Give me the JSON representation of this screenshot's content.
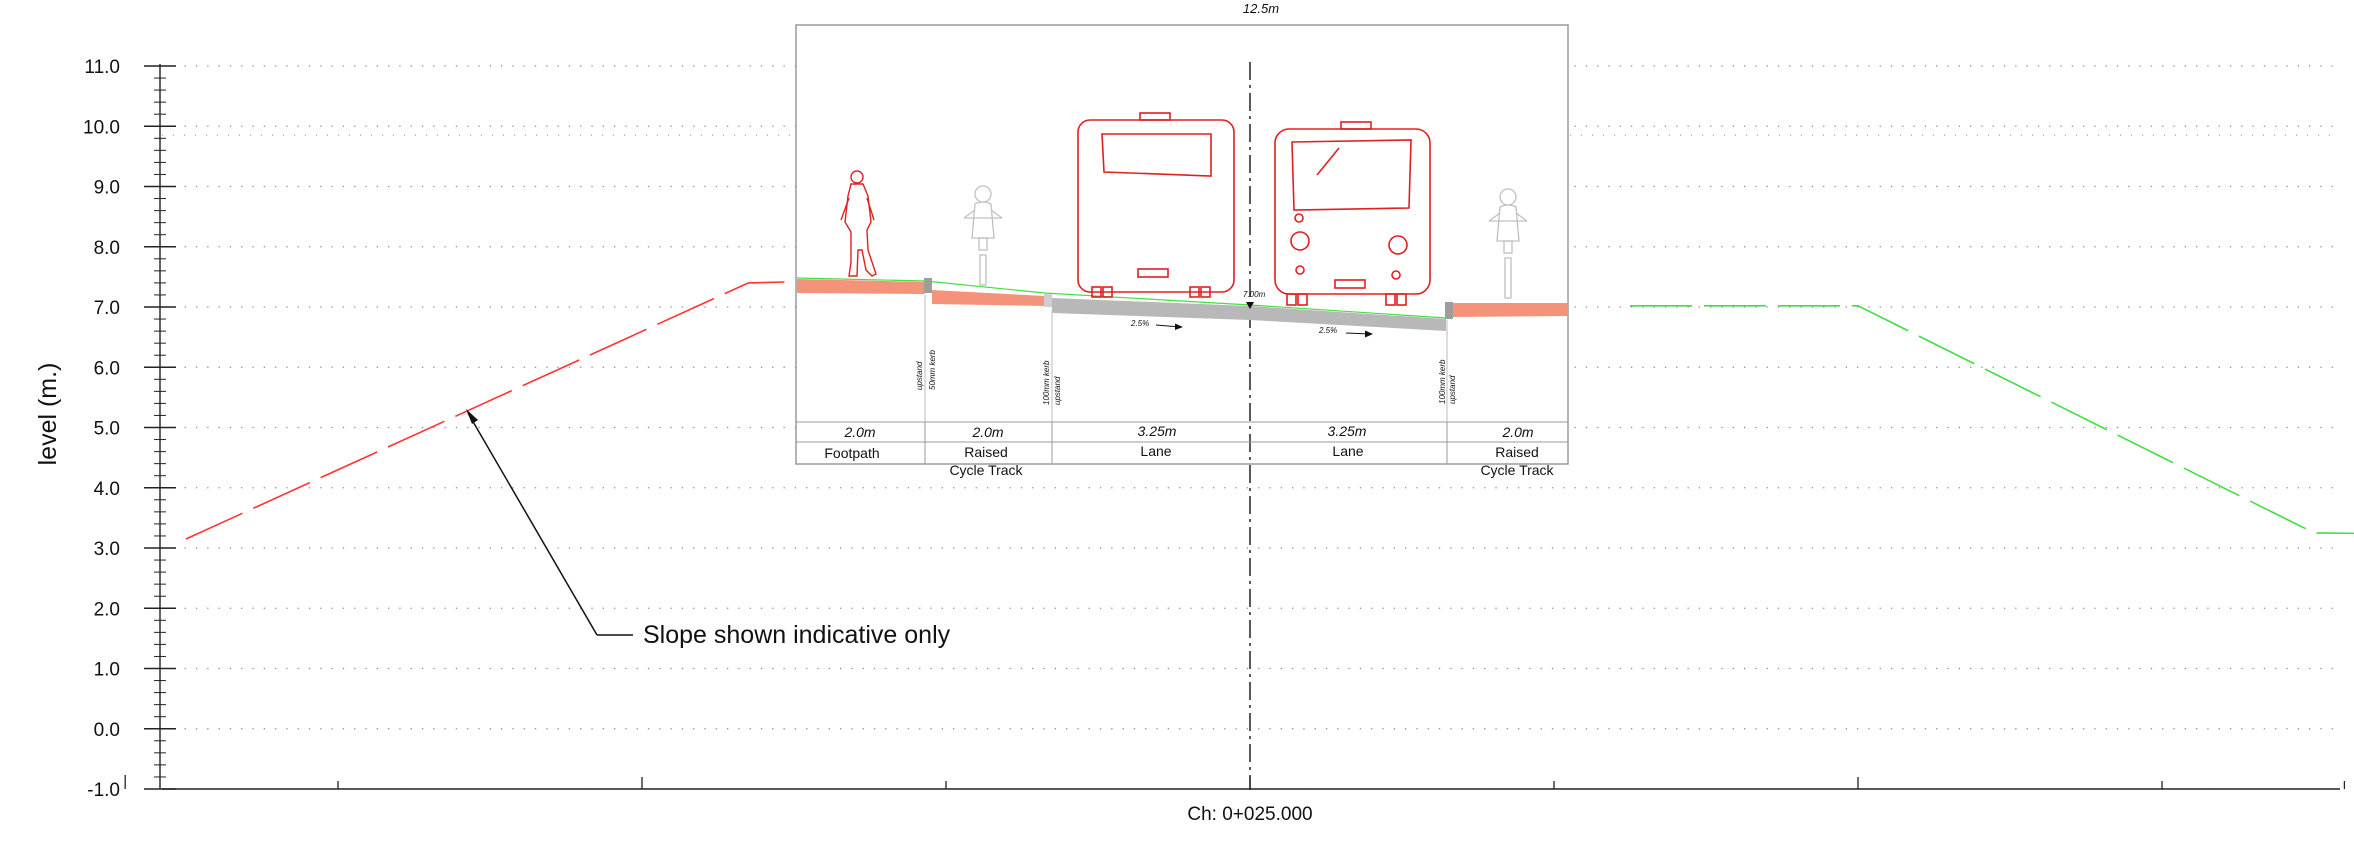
{
  "chart_data": {
    "type": "line",
    "ylabel": "level (m.)",
    "xlabel": "Ch: 0+025.000",
    "ylim": [
      -1.0,
      11.0
    ],
    "y_ticks": [
      "11.0",
      "10.0",
      "9.0",
      "8.0",
      "7.0",
      "6.0",
      "5.0",
      "4.0",
      "3.0",
      "2.0",
      "1.0",
      "0.0",
      "-1.0"
    ],
    "grid": true,
    "series": [
      {
        "color": "#ff3333",
        "style": "dashed",
        "points": [
          [
            -35,
            3.15
          ],
          [
            -16.5,
            7.4
          ],
          [
            -12.5,
            7.45
          ]
        ]
      },
      {
        "color": "#44dd44",
        "style": "dashed",
        "points": [
          [
            12.5,
            7.02
          ],
          [
            15.5,
            7.02
          ],
          [
            20.0,
            7.02
          ],
          [
            35.0,
            3.25
          ],
          [
            40.0,
            3.22
          ]
        ]
      }
    ]
  },
  "annotation": {
    "text": "Slope shown indicative only"
  },
  "cross_section": {
    "overall_width": "12.5m",
    "centre_level": "7.00m",
    "lanes": [
      {
        "width": "2.0m",
        "name": [
          "Footpath"
        ]
      },
      {
        "width": "2.0m",
        "name": [
          "Raised",
          "Cycle Track"
        ]
      },
      {
        "width": "3.25m",
        "name": [
          "Lane"
        ]
      },
      {
        "width": "3.25m",
        "name": [
          "Lane"
        ]
      },
      {
        "width": "2.0m",
        "name": [
          "Raised",
          "Cycle Track"
        ]
      }
    ],
    "fall_left": "2.5%",
    "fall_right": "2.5%",
    "kerb_notes": [
      [
        "upstand",
        "50mm kerb"
      ],
      [
        "100mm kerb",
        "upstand"
      ],
      [
        "100mm kerb",
        "upstand"
      ]
    ]
  },
  "colors": {
    "grid": "#8a8a8a",
    "axis": "#222222",
    "existing_left": "#ff3333",
    "proposed_right": "#44dd44",
    "footway_fill": "#f4937a",
    "carriageway_fill": "#b8b8b8",
    "figure_red": "#e02020",
    "cyclist_grey": "#c0c0c0"
  }
}
